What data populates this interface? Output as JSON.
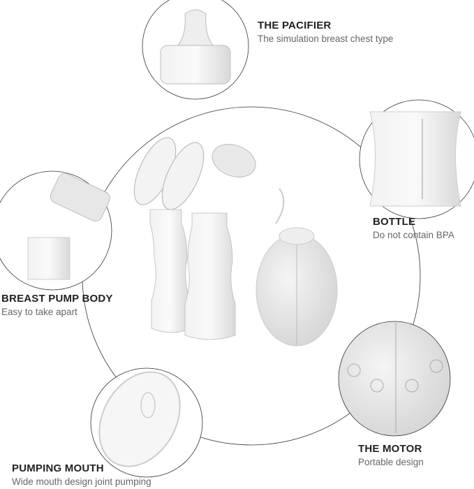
{
  "labels": {
    "pacifier": {
      "title": "THE PACIFIER",
      "subtitle": "The simulation breast chest type"
    },
    "bottle": {
      "title": "BOTTLE",
      "subtitle": "Do not contain BPA"
    },
    "body": {
      "title": "BREAST PUMP BODY",
      "subtitle": "Easy to take apart"
    },
    "motor": {
      "title": "THE MOTOR",
      "subtitle": "Portable design"
    },
    "mouth": {
      "title": "PUMPING MOUTH",
      "subtitle": "Wide mouth design joint pumping"
    }
  },
  "colors": {
    "outline": "#333333",
    "product": "#e6e6e6",
    "text": "#222222",
    "subtext": "#666666"
  }
}
